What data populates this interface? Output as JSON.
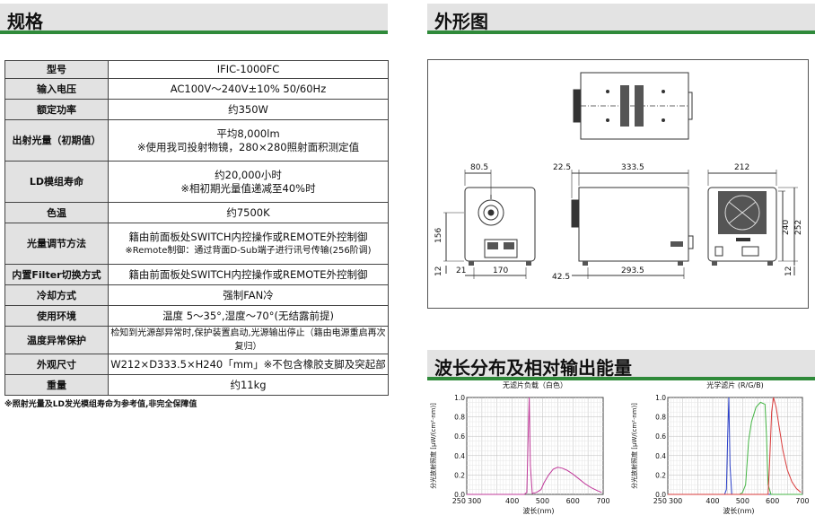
{
  "sections": {
    "spec_title": "规格",
    "outline_title": "外形图",
    "wave_title": "波长分布及相对输出能量"
  },
  "spec_rows": [
    {
      "label": "型号",
      "lines": [
        "IFIC-1000FC"
      ]
    },
    {
      "label": "输入电压",
      "lines": [
        "AC100V～240V±10% 50/60Hz"
      ]
    },
    {
      "label": "额定功率",
      "lines": [
        "约350W"
      ]
    },
    {
      "label": "出射光量（初期值）",
      "lines": [
        "平均8,000lm",
        "※使用我司投射物镜，280×280照射面积测定值"
      ]
    },
    {
      "label": "LD模组寿命",
      "lines": [
        "约20,000小时",
        "※相初期光量值递减至40%时"
      ]
    },
    {
      "label": "色温",
      "lines": [
        "约7500K"
      ]
    },
    {
      "label": "光量调节方法",
      "lines": [
        "籍由前面板处SWITCH内控操作或REMOTE外控制御",
        "※Remote制御：通过背面D-Sub端子进行讯号传输(256阶调)"
      ]
    },
    {
      "label": "内置Filter切换方式",
      "lines": [
        "籍由前面板处SWITCH内控操作或REMOTE外控制御"
      ]
    },
    {
      "label": "冷却方式",
      "lines": [
        "强制FAN冷"
      ]
    },
    {
      "label": "使用环境",
      "lines": [
        "温度 5～35°,湿度～70°(无结露前提)"
      ]
    },
    {
      "label": "温度异常保护",
      "lines": [
        "检知到光源部异常时,保护装置启动,光源输出停止（籍由电源重启再次复归）"
      ]
    },
    {
      "label": "外观尺寸",
      "lines": [
        "W212×D333.5×H240「mm」※不包含橡胶支脚及突起部"
      ]
    },
    {
      "label": "重量",
      "lines": [
        "约11kg"
      ]
    }
  ],
  "footnote": "※照射光量及LD发光模组寿命为参考值,非完全保障值",
  "outline_dims": {
    "front_width": "80.5",
    "front_height": "156",
    "front_foot": "12",
    "front_left": "21",
    "front_bottom_width": "170",
    "side_top_left": "22.5",
    "side_top": "333.5",
    "side_bottom_left": "42.5",
    "side_bottom": "293.5",
    "rear_width": "212",
    "rear_h1": "240",
    "rear_h2": "252",
    "rear_foot": "12"
  },
  "chart_data": [
    {
      "type": "line",
      "title": "无滤片负载（白色）",
      "xlabel": "波长(nm)",
      "ylabel": "分光放射照度 [μW/(cm²·nm)]",
      "xlim": [
        250,
        700
      ],
      "ylim": [
        0,
        1.0
      ],
      "xticks": [
        "250",
        "300",
        "400",
        "500",
        "600",
        "700"
      ],
      "yticks": [
        "0.0",
        "0.2",
        "0.4",
        "0.6",
        "0.8",
        "1.0"
      ],
      "series": [
        {
          "color": "#c0399a",
          "x": [
            250,
            440,
            448,
            452,
            456,
            460,
            466,
            480,
            495,
            505,
            520,
            535,
            550,
            565,
            580,
            600,
            620,
            640,
            660,
            680,
            695
          ],
          "y": [
            0.0,
            0.0,
            0.02,
            0.5,
            1.0,
            0.3,
            0.01,
            0.02,
            0.05,
            0.12,
            0.2,
            0.26,
            0.28,
            0.27,
            0.25,
            0.21,
            0.16,
            0.11,
            0.07,
            0.04,
            0.02
          ]
        }
      ]
    },
    {
      "type": "line",
      "title": "光学滤片 (R/G/B)",
      "xlabel": "波长(nm)",
      "ylabel": "分光放射照度 [μW/(cm²·nm)]",
      "xlim": [
        250,
        700
      ],
      "ylim": [
        0,
        1.0
      ],
      "xticks": [
        "250",
        "300",
        "400",
        "500",
        "600",
        "700"
      ],
      "yticks": [
        "0.0",
        "0.2",
        "0.4",
        "0.6",
        "0.8",
        "1.0"
      ],
      "series": [
        {
          "color": "#2a3fc9",
          "x": [
            250,
            440,
            446,
            450,
            454,
            458,
            464,
            700
          ],
          "y": [
            0.0,
            0.0,
            0.05,
            0.6,
            1.0,
            0.3,
            0.0,
            0.0
          ]
        },
        {
          "color": "#45b545",
          "x": [
            250,
            490,
            500,
            510,
            520,
            530,
            545,
            560,
            575,
            580,
            585,
            595,
            700
          ],
          "y": [
            0.0,
            0.0,
            0.02,
            0.1,
            0.55,
            0.75,
            0.9,
            0.95,
            0.93,
            0.6,
            0.1,
            0.0,
            0.0
          ]
        },
        {
          "color": "#d93a3a",
          "x": [
            250,
            585,
            590,
            597,
            603,
            612,
            622,
            635,
            650,
            665,
            680,
            695
          ],
          "y": [
            0.0,
            0.0,
            0.3,
            0.85,
            1.0,
            0.9,
            0.7,
            0.45,
            0.25,
            0.13,
            0.06,
            0.02
          ]
        }
      ]
    }
  ]
}
